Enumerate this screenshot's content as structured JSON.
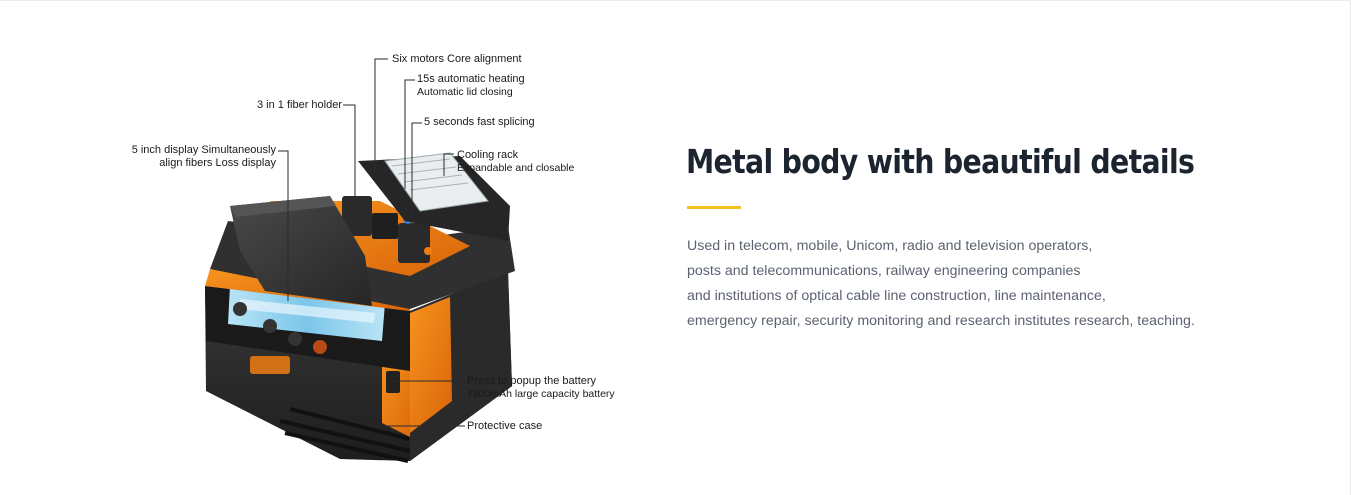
{
  "figure": {
    "callouts": {
      "six_motors": {
        "line1": "Six motors  Core alignment"
      },
      "heating": {
        "line1": "15s automatic heating",
        "line2": "Automatic lid closing"
      },
      "fiber_holder": {
        "line1": "3 in 1 fiber holder"
      },
      "fast_splicing": {
        "line1": "5 seconds fast splicing"
      },
      "display": {
        "line1": "5 inch display Simultaneously",
        "line2": "align fibers Loss display"
      },
      "cooling_rack": {
        "line1": "Cooling rack",
        "line2": "Expandable and closable"
      },
      "battery": {
        "line1": "Press to popup the battery",
        "line2": "7800mAh large capacity battery"
      },
      "protective_case": {
        "line1": "Protective case"
      }
    },
    "colors": {
      "body": "#2b2b2b",
      "accent": "#f07d12",
      "screen": "#8fd0ee"
    }
  },
  "content": {
    "headline": "Metal body with beautiful details",
    "accent_color": "#f1c21b",
    "paragraph_lines": [
      "Used in telecom, mobile, Unicom, radio and television operators,",
      "posts and telecommunications, railway engineering companies",
      "and institutions of optical cable line construction, line maintenance,",
      "emergency repair, security monitoring and research institutes research, teaching."
    ]
  }
}
